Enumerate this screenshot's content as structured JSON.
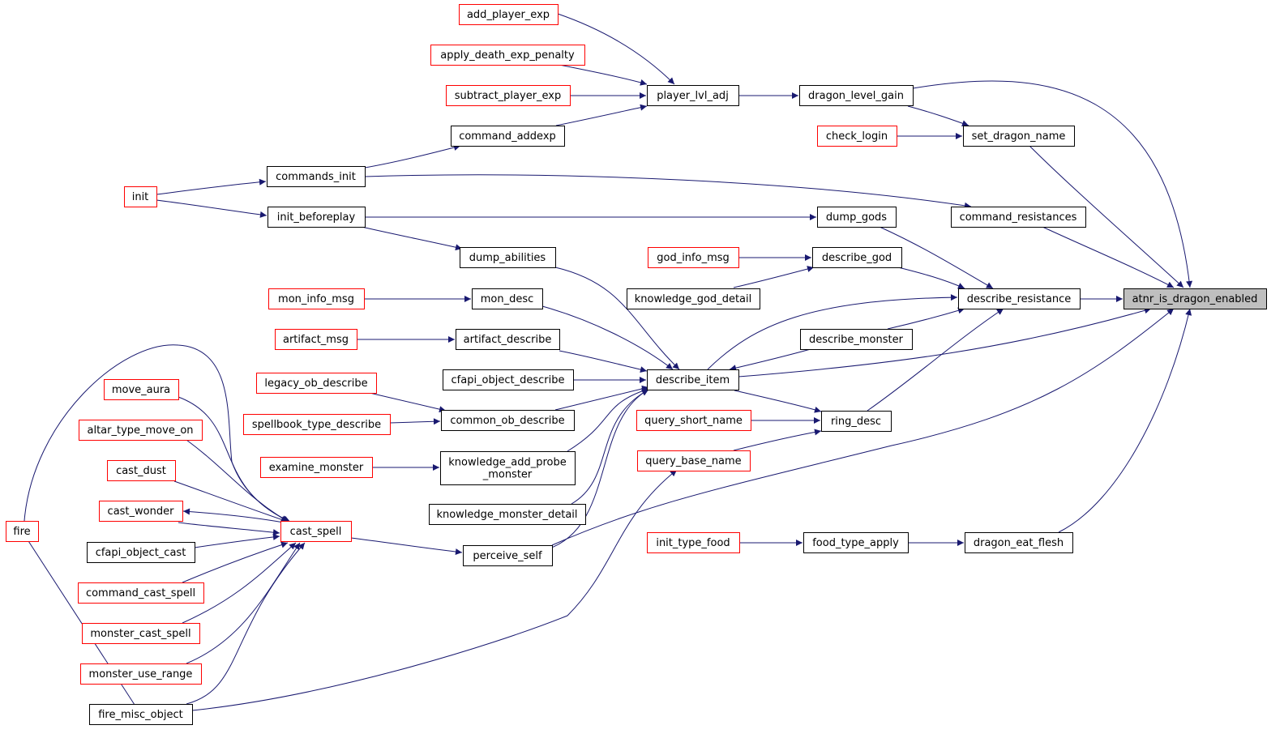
{
  "colors": {
    "edge": "#191970",
    "border_documented": "#000000",
    "border_undocumented": "#ff0000",
    "focus_fill": "#bfbfbf"
  },
  "nodes": {
    "add_player_exp": {
      "label": [
        "add_player_exp"
      ],
      "border": "red"
    },
    "apply_death_exp_penalty": {
      "label": [
        "apply_death_exp_penalty"
      ],
      "border": "red"
    },
    "subtract_player_exp": {
      "label": [
        "subtract_player_exp"
      ],
      "border": "red"
    },
    "player_lvl_adj": {
      "label": [
        "player_lvl_adj"
      ],
      "border": "black"
    },
    "dragon_level_gain": {
      "label": [
        "dragon_level_gain"
      ],
      "border": "black"
    },
    "command_addexp": {
      "label": [
        "command_addexp"
      ],
      "border": "black"
    },
    "check_login": {
      "label": [
        "check_login"
      ],
      "border": "red"
    },
    "set_dragon_name": {
      "label": [
        "set_dragon_name"
      ],
      "border": "black"
    },
    "commands_init": {
      "label": [
        "commands_init"
      ],
      "border": "black"
    },
    "init": {
      "label": [
        "init"
      ],
      "border": "red"
    },
    "init_beforeplay": {
      "label": [
        "init_beforeplay"
      ],
      "border": "black"
    },
    "dump_gods": {
      "label": [
        "dump_gods"
      ],
      "border": "black"
    },
    "command_resistances": {
      "label": [
        "command_resistances"
      ],
      "border": "black"
    },
    "dump_abilities": {
      "label": [
        "dump_abilities"
      ],
      "border": "black"
    },
    "god_info_msg": {
      "label": [
        "god_info_msg"
      ],
      "border": "red"
    },
    "describe_god": {
      "label": [
        "describe_god"
      ],
      "border": "black"
    },
    "mon_info_msg": {
      "label": [
        "mon_info_msg"
      ],
      "border": "red"
    },
    "mon_desc": {
      "label": [
        "mon_desc"
      ],
      "border": "black"
    },
    "knowledge_god_detail": {
      "label": [
        "knowledge_god_detail"
      ],
      "border": "black"
    },
    "describe_resistance": {
      "label": [
        "describe_resistance"
      ],
      "border": "black"
    },
    "atnr_is_dragon_enabled": {
      "label": [
        "atnr_is_dragon_enabled"
      ],
      "border": "focus"
    },
    "artifact_msg": {
      "label": [
        "artifact_msg"
      ],
      "border": "red"
    },
    "artifact_describe": {
      "label": [
        "artifact_describe"
      ],
      "border": "black"
    },
    "describe_monster": {
      "label": [
        "describe_monster"
      ],
      "border": "black"
    },
    "cfapi_object_describe": {
      "label": [
        "cfapi_object_describe"
      ],
      "border": "black"
    },
    "describe_item": {
      "label": [
        "describe_item"
      ],
      "border": "black"
    },
    "legacy_ob_describe": {
      "label": [
        "legacy_ob_describe"
      ],
      "border": "red"
    },
    "move_aura": {
      "label": [
        "move_aura"
      ],
      "border": "red"
    },
    "spellbook_type_describe": {
      "label": [
        "spellbook_type_describe"
      ],
      "border": "red"
    },
    "common_ob_describe": {
      "label": [
        "common_ob_describe"
      ],
      "border": "black"
    },
    "query_short_name": {
      "label": [
        "query_short_name"
      ],
      "border": "red"
    },
    "ring_desc": {
      "label": [
        "ring_desc"
      ],
      "border": "black"
    },
    "altar_type_move_on": {
      "label": [
        "altar_type_move_on"
      ],
      "border": "red"
    },
    "examine_monster": {
      "label": [
        "examine_monster"
      ],
      "border": "red"
    },
    "knowledge_add_probe_monster": {
      "label": [
        "knowledge_add_probe",
        "_monster"
      ],
      "border": "black"
    },
    "query_base_name": {
      "label": [
        "query_base_name"
      ],
      "border": "red"
    },
    "cast_dust": {
      "label": [
        "cast_dust"
      ],
      "border": "red"
    },
    "cast_wonder": {
      "label": [
        "cast_wonder"
      ],
      "border": "red"
    },
    "knowledge_monster_detail": {
      "label": [
        "knowledge_monster_detail"
      ],
      "border": "black"
    },
    "fire": {
      "label": [
        "fire"
      ],
      "border": "red"
    },
    "cast_spell": {
      "label": [
        "cast_spell"
      ],
      "border": "red"
    },
    "init_type_food": {
      "label": [
        "init_type_food"
      ],
      "border": "red"
    },
    "food_type_apply": {
      "label": [
        "food_type_apply"
      ],
      "border": "black"
    },
    "dragon_eat_flesh": {
      "label": [
        "dragon_eat_flesh"
      ],
      "border": "black"
    },
    "cfapi_object_cast": {
      "label": [
        "cfapi_object_cast"
      ],
      "border": "black"
    },
    "perceive_self": {
      "label": [
        "perceive_self"
      ],
      "border": "black"
    },
    "command_cast_spell": {
      "label": [
        "command_cast_spell"
      ],
      "border": "red"
    },
    "monster_cast_spell": {
      "label": [
        "monster_cast_spell"
      ],
      "border": "red"
    },
    "monster_use_range": {
      "label": [
        "monster_use_range"
      ],
      "border": "red"
    },
    "fire_misc_object": {
      "label": [
        "fire_misc_object"
      ],
      "border": "black"
    }
  },
  "edges": [
    [
      "add_player_exp",
      "player_lvl_adj"
    ],
    [
      "apply_death_exp_penalty",
      "player_lvl_adj"
    ],
    [
      "subtract_player_exp",
      "player_lvl_adj"
    ],
    [
      "command_addexp",
      "player_lvl_adj"
    ],
    [
      "player_lvl_adj",
      "dragon_level_gain"
    ],
    [
      "dragon_level_gain",
      "atnr_is_dragon_enabled"
    ],
    [
      "dragon_level_gain",
      "set_dragon_name"
    ],
    [
      "check_login",
      "set_dragon_name"
    ],
    [
      "set_dragon_name",
      "atnr_is_dragon_enabled"
    ],
    [
      "commands_init",
      "command_addexp"
    ],
    [
      "commands_init",
      "command_resistances"
    ],
    [
      "init",
      "commands_init"
    ],
    [
      "init",
      "init_beforeplay"
    ],
    [
      "init_beforeplay",
      "dump_gods"
    ],
    [
      "init_beforeplay",
      "dump_abilities"
    ],
    [
      "command_resistances",
      "atnr_is_dragon_enabled"
    ],
    [
      "dump_gods",
      "describe_resistance"
    ],
    [
      "god_info_msg",
      "describe_god"
    ],
    [
      "knowledge_god_detail",
      "describe_god"
    ],
    [
      "describe_god",
      "describe_resistance"
    ],
    [
      "describe_resistance",
      "atnr_is_dragon_enabled"
    ],
    [
      "dump_abilities",
      "describe_item"
    ],
    [
      "mon_info_msg",
      "mon_desc"
    ],
    [
      "mon_desc",
      "describe_item"
    ],
    [
      "artifact_msg",
      "artifact_describe"
    ],
    [
      "artifact_describe",
      "describe_item"
    ],
    [
      "cfapi_object_describe",
      "describe_item"
    ],
    [
      "describe_item",
      "describe_resistance"
    ],
    [
      "describe_item",
      "atnr_is_dragon_enabled"
    ],
    [
      "describe_item",
      "ring_desc"
    ],
    [
      "describe_monster",
      "describe_resistance"
    ],
    [
      "describe_monster",
      "describe_item"
    ],
    [
      "legacy_ob_describe",
      "common_ob_describe"
    ],
    [
      "spellbook_type_describe",
      "common_ob_describe"
    ],
    [
      "common_ob_describe",
      "describe_item"
    ],
    [
      "examine_monster",
      "knowledge_add_probe_monster"
    ],
    [
      "knowledge_add_probe_monster",
      "describe_item"
    ],
    [
      "knowledge_monster_detail",
      "describe_item"
    ],
    [
      "perceive_self",
      "describe_item"
    ],
    [
      "perceive_self",
      "atnr_is_dragon_enabled"
    ],
    [
      "query_short_name",
      "ring_desc"
    ],
    [
      "query_base_name",
      "ring_desc"
    ],
    [
      "ring_desc",
      "describe_resistance"
    ],
    [
      "fire_misc_object",
      "query_base_name"
    ],
    [
      "cast_spell",
      "perceive_self"
    ],
    [
      "cast_spell",
      "cast_wonder"
    ],
    [
      "move_aura",
      "cast_spell"
    ],
    [
      "altar_type_move_on",
      "cast_spell"
    ],
    [
      "cast_dust",
      "cast_spell"
    ],
    [
      "cast_wonder",
      "cast_spell"
    ],
    [
      "cfapi_object_cast",
      "cast_spell"
    ],
    [
      "command_cast_spell",
      "cast_spell"
    ],
    [
      "monster_cast_spell",
      "cast_spell"
    ],
    [
      "monster_use_range",
      "cast_spell"
    ],
    [
      "fire_misc_object",
      "cast_spell"
    ],
    [
      "fire",
      "cast_spell"
    ],
    [
      "fire",
      "fire_misc_object"
    ],
    [
      "init_type_food",
      "food_type_apply"
    ],
    [
      "food_type_apply",
      "dragon_eat_flesh"
    ],
    [
      "dragon_eat_flesh",
      "atnr_is_dragon_enabled"
    ]
  ]
}
